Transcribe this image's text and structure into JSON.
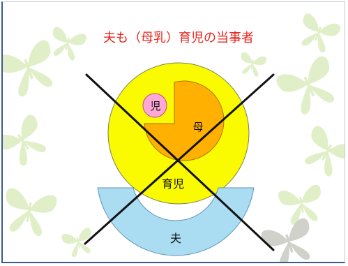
{
  "slide": {
    "title": "夫も（母乳）育児の当事者",
    "title_color": "#e8241c"
  },
  "diagram": {
    "child_label": "児",
    "mother_label": "母",
    "childcare_label": "育児",
    "husband_label": "夫",
    "colors": {
      "childcare": "#fafa00",
      "mother": "#ffb000",
      "child": "#ffa8d8",
      "husband": "#aadcf2",
      "cross": "#111111"
    }
  },
  "decoration": {
    "icon": "butterfly-icon",
    "butterfly_color": "#dcedbf",
    "accent_butterfly_color": "#c6c6bf"
  }
}
